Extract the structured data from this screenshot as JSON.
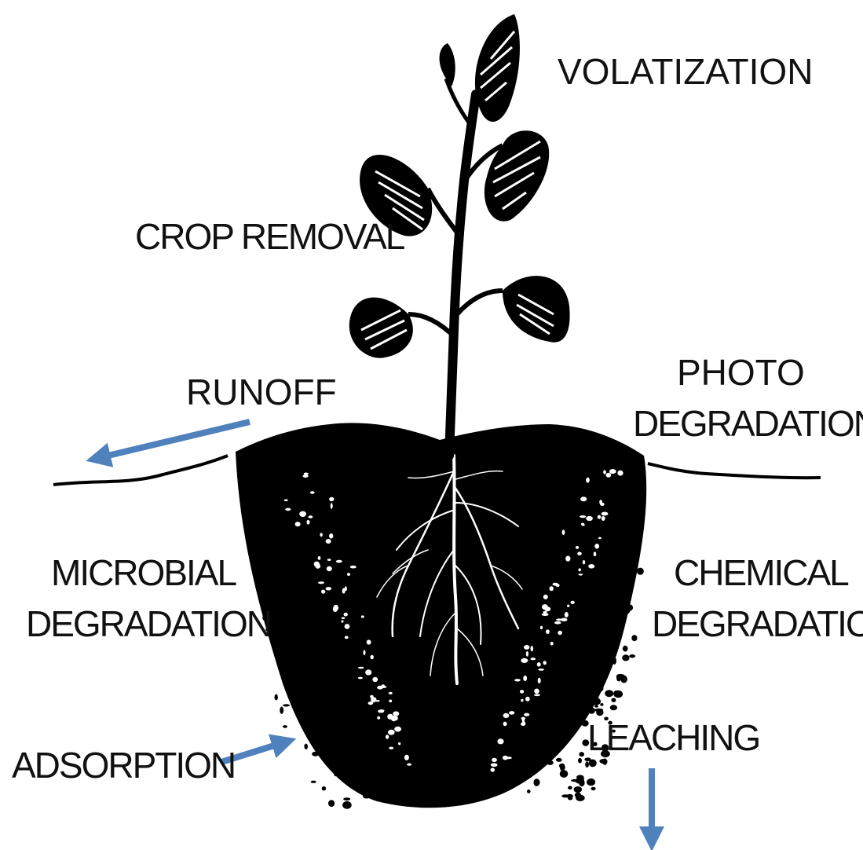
{
  "labels": {
    "volatization": "VOLATIZATION",
    "crop_removal": "CROP REMOVAL",
    "runoff": "RUNOFF",
    "photo_line1": "PHOTO",
    "photo_line2": "DEGRADATION",
    "microbial_line1": "MICROBIAL",
    "microbial_line2": "DEGRADATION",
    "chemical_line1": "CHEMICAL",
    "chemical_line2": "DEGRADATION",
    "adsorption": "ADSORPTION",
    "leaching": "LEACHING"
  },
  "colors": {
    "arrow": "#4f81bd",
    "ink": "#000000",
    "background": "#ffffff"
  }
}
